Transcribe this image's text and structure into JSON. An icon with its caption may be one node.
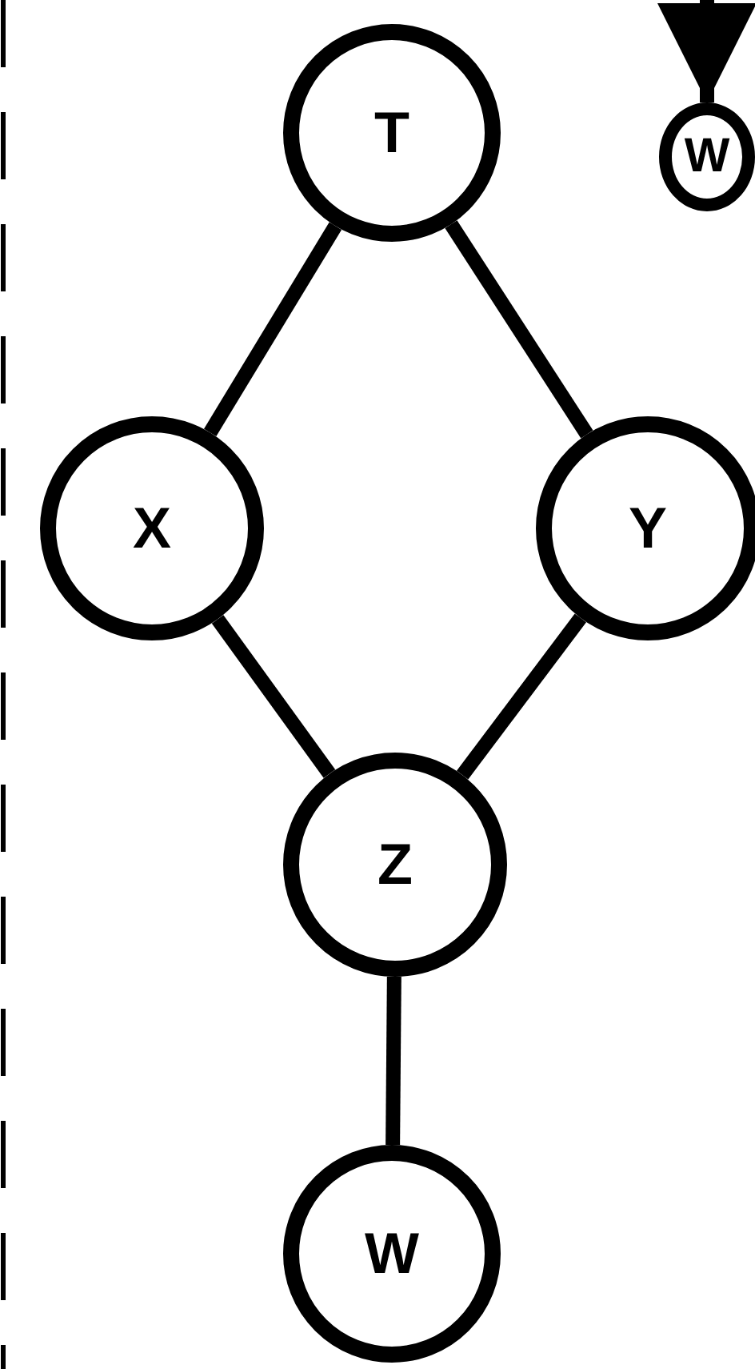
{
  "diagram": {
    "nodes": [
      {
        "text": [
          "T"
        ]
      },
      {
        "text": [
          "W"
        ]
      },
      {
        "text": [
          "X"
        ]
      },
      {
        "text": [
          "Y"
        ]
      },
      {
        "text": [
          "Z"
        ]
      },
      {
        "text": [
          "W"
        ]
      }
    ],
    "edges": [
      {
        "from": null,
        "to": 1,
        "arrow": "to"
      },
      {
        "from": 0,
        "to": 2,
        "arrow": "none"
      },
      {
        "from": 0,
        "to": 3,
        "arrow": "none"
      },
      {
        "from": 2,
        "to": 4,
        "arrow": "none"
      },
      {
        "from": 3,
        "to": 4,
        "arrow": "none"
      },
      {
        "from": 4,
        "to": 5,
        "arrow": "none"
      }
    ]
  }
}
